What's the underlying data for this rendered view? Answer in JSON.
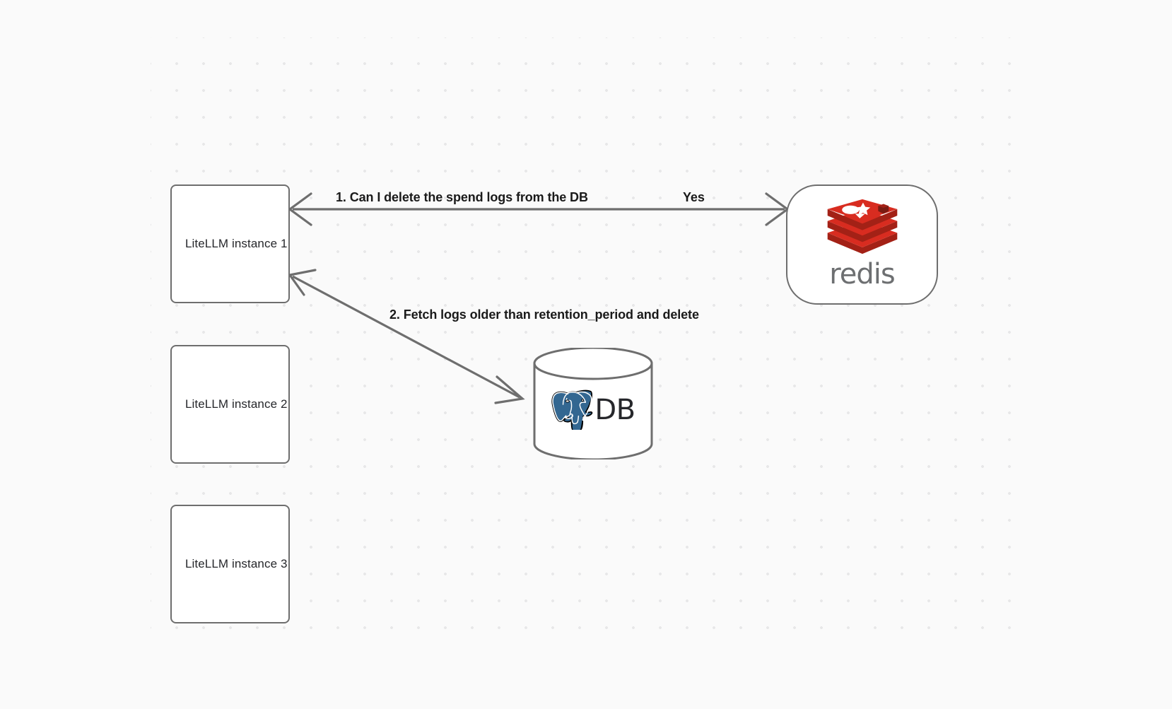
{
  "canvas": {
    "background_color": "#fafafa",
    "grid_dot_color": "#e8e8e9"
  },
  "nodes": [
    {
      "id": "litellm-1",
      "label": "LiteLLM instance 1",
      "shape": "rounded-rect"
    },
    {
      "id": "litellm-2",
      "label": "LiteLLM instance 2",
      "shape": "rounded-rect"
    },
    {
      "id": "litellm-3",
      "label": "LiteLLM instance 3",
      "shape": "rounded-rect"
    },
    {
      "id": "redis",
      "label": "redis",
      "shape": "stadium",
      "logo": "redis-logo",
      "logo_color": "#d82c20"
    },
    {
      "id": "database",
      "label": "DB",
      "shape": "cylinder",
      "logo": "postgresql-elephant-logo",
      "logo_color": "#336791"
    }
  ],
  "edges": [
    {
      "id": "edge-1",
      "from": "litellm-1",
      "to": "redis",
      "label": "1.  Can I delete the spend logs from the DB",
      "direction": "bidirectional",
      "color": "#6e6e6e"
    },
    {
      "id": "edge-yes",
      "from": "redis",
      "to": "litellm-1",
      "label": "Yes",
      "direction": "reverse",
      "color": "#6e6e6e"
    },
    {
      "id": "edge-2",
      "from": "litellm-1",
      "to": "database",
      "label": "2.  Fetch logs older than retention_period and delete",
      "direction": "bidirectional",
      "color": "#6e6e6e"
    }
  ]
}
